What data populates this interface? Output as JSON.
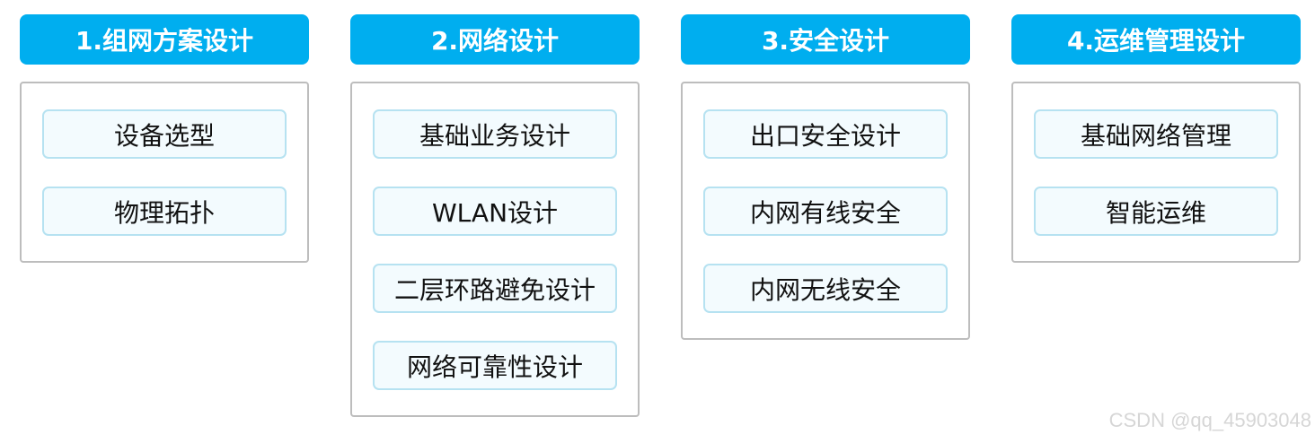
{
  "colors": {
    "header_bg": "#00AEEF",
    "header_text": "#FFFFFF",
    "item_bg": "#F3FBFE",
    "item_border": "#B6E2F1",
    "panel_border": "#BDBDBD"
  },
  "columns": [
    {
      "title": "1.组网方案设计",
      "items": [
        "设备选型",
        "物理拓扑"
      ]
    },
    {
      "title": "2.网络设计",
      "items": [
        "基础业务设计",
        "WLAN设计",
        "二层环路避免设计",
        "网络可靠性设计"
      ]
    },
    {
      "title": "3.安全设计",
      "items": [
        "出口安全设计",
        "内网有线安全",
        "内网无线安全"
      ]
    },
    {
      "title": "4.运维管理设计",
      "items": [
        "基础网络管理",
        "智能运维"
      ]
    }
  ],
  "watermark": "CSDN @qq_45903048"
}
